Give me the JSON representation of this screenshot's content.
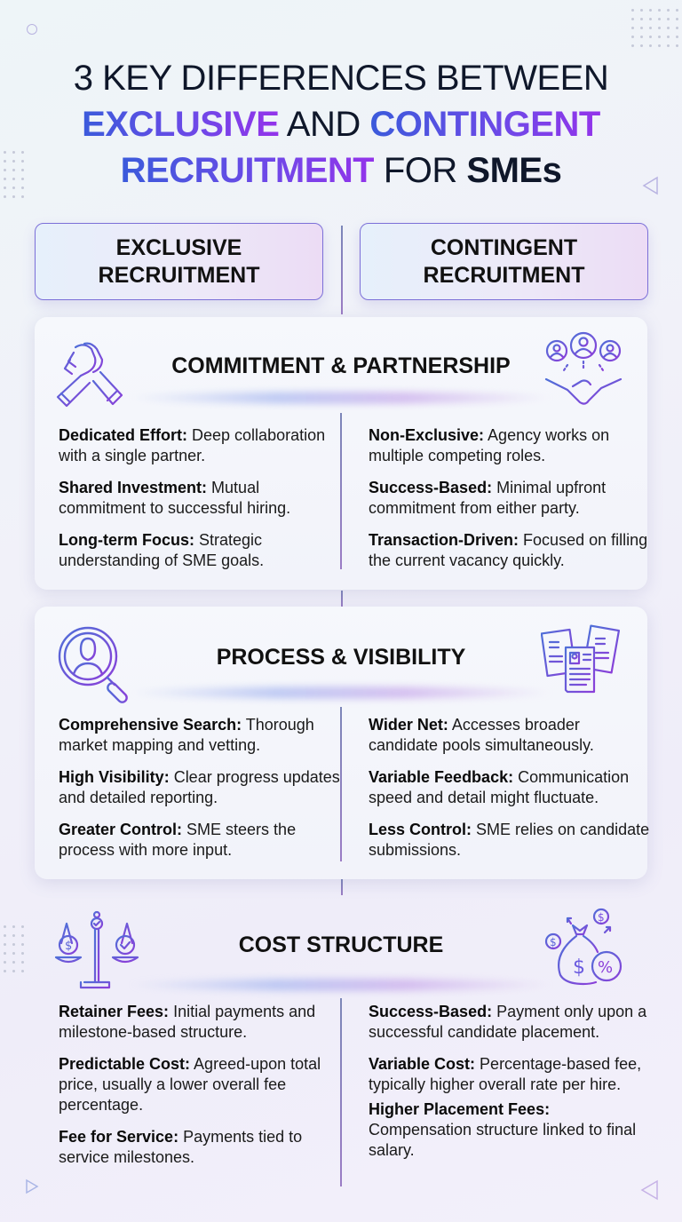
{
  "title": {
    "line1": "3 KEY DIFFERENCES BETWEEN",
    "line2_a": "EXCLUSIVE",
    "line2_b": " AND ",
    "line2_c": "CONTINGENT",
    "line3_a": "RECRUITMENT",
    "line3_b": " FOR ",
    "line3_c": "SMEs"
  },
  "columns": {
    "left": {
      "line1": "EXCLUSIVE",
      "line2": "RECRUITMENT"
    },
    "right": {
      "line1": "CONTINGENT",
      "line2": "RECRUITMENT"
    }
  },
  "sections": [
    {
      "title": "COMMITMENT & PARTNERSHIP",
      "left_icon": "arm-wrestle-handshake-icon",
      "right_icon": "people-handshake-icon",
      "left": [
        {
          "label": "Dedicated Effort:",
          "text": " Deep collaboration with a single partner."
        },
        {
          "label": "Shared Investment:",
          "text": " Mutual commitment to successful hiring."
        },
        {
          "label": "Long-term Focus:",
          "text": " Strategic understanding of SME goals."
        }
      ],
      "right": [
        {
          "label": "Non-Exclusive:",
          "text": " Agency works on multiple competing roles."
        },
        {
          "label": "Success-Based:",
          "text": " Minimal upfront commitment from either party."
        },
        {
          "label": "Transaction-Driven:",
          "text": " Focused on filling the current vacancy quickly."
        }
      ]
    },
    {
      "title": "PROCESS & VISIBILITY",
      "left_icon": "magnifier-person-icon",
      "right_icon": "resume-documents-icon",
      "left": [
        {
          "label": "Comprehensive Search:",
          "text": " Thorough market mapping and vetting."
        },
        {
          "label": "High Visibility:",
          "text": " Clear progress updates and detailed reporting."
        },
        {
          "label": "Greater Control:",
          "text": " SME steers the process with more input."
        }
      ],
      "right": [
        {
          "label": "Wider Net:",
          "text": " Accesses broader candidate pools simultaneously."
        },
        {
          "label": "Variable Feedback:",
          "text": " Communication speed and detail might fluctuate."
        },
        {
          "label": "Less Control:",
          "text": " SME relies on candidate submissions."
        }
      ]
    },
    {
      "title": "COST STRUCTURE",
      "left_icon": "balance-scale-dollar-icon",
      "right_icon": "money-bag-percent-icon",
      "left": [
        {
          "label": "Retainer Fees:",
          "text": " Initial payments and milestone-based structure."
        },
        {
          "label": "Predictable Cost:",
          "text": " Agreed-upon total price, usually a lower overall fee percentage."
        },
        {
          "label": "Fee for Service:",
          "text": " Payments tied to service milestones."
        }
      ],
      "right": [
        {
          "label": "Success-Based:",
          "text": " Payment only upon a successful candidate placement."
        },
        {
          "label": "Variable Cost:",
          "text": " Percentage-based fee, typically higher overall rate per hire."
        },
        {
          "label": "Higher Placement Fees:",
          "text": " Compensation structure linked to final salary."
        }
      ]
    }
  ],
  "colors": {
    "accent_blue": "#3b5bdb",
    "accent_purple": "#9333ea",
    "icon_gradient_start": "#4f6fd8",
    "icon_gradient_end": "#8b3fd9"
  }
}
